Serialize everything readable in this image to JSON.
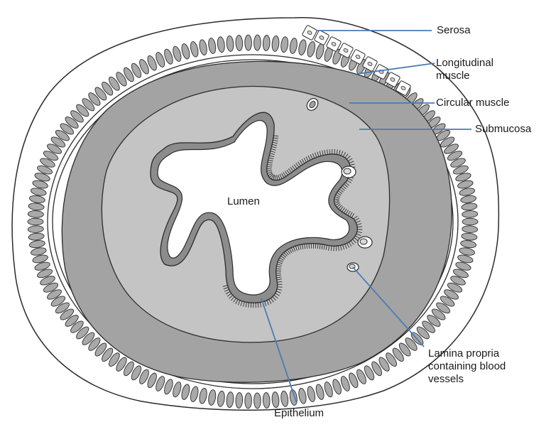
{
  "labels": {
    "serosa": "Serosa",
    "longitudinal_muscle_line1": "Longitudinal",
    "longitudinal_muscle_line2": "muscle",
    "circular_muscle": "Circular muscle",
    "submucosa": "Submucosa",
    "lumen": "Lumen",
    "lamina_propria_line1": "Lamina propria",
    "lamina_propria_line2": "containing blood",
    "lamina_propria_line3": "vessels",
    "epithelium": "Epithelium"
  },
  "colors": {
    "outline": "#2b2b2b",
    "leader_line": "#4a7bb5",
    "muscle_cell": "#a9a9a9",
    "submucosa": "#a3a3a3",
    "lamina_propria": "#c4c4c4",
    "lumen": "#ffffff",
    "serosa_cell": "#ffffff"
  }
}
